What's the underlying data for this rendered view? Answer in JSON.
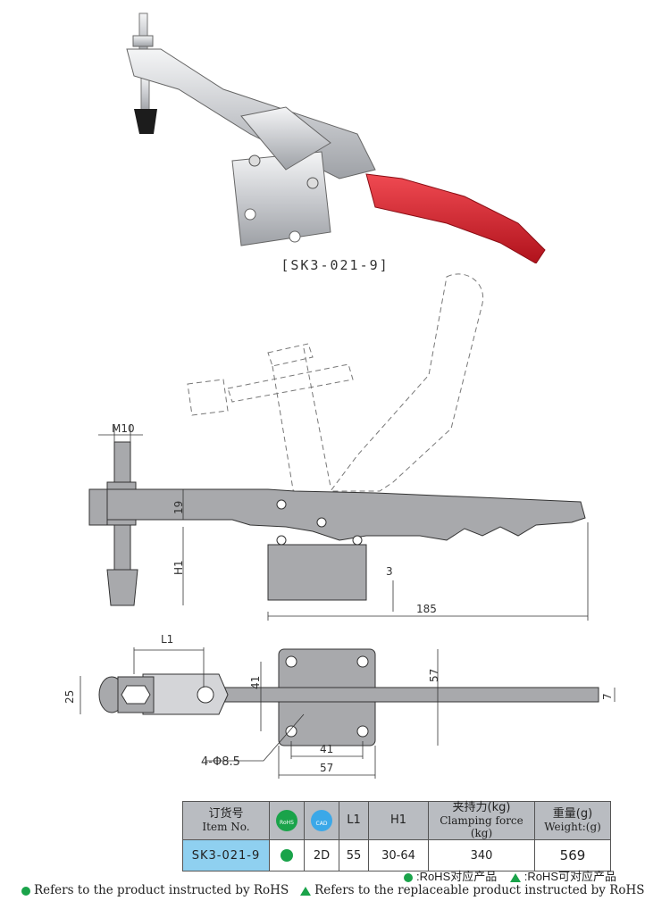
{
  "product": {
    "caption": "[SK3-021-9]"
  },
  "drawing": {
    "side_view": {
      "thread_label": "M10",
      "dim_19": "19",
      "dim_h1": "H1",
      "dim_3": "3",
      "dim_185": "185"
    },
    "top_view": {
      "dim_l1": "L1",
      "dim_25": "25",
      "dim_41_vertical": "41",
      "dim_57_vertical": "57",
      "dim_7": "7",
      "hole_label": "4-Φ8.5",
      "dim_41_horizontal": "41",
      "dim_57_horizontal": "57"
    }
  },
  "spec_table": {
    "headers": {
      "item_cn": "订货号",
      "item_en": "Item No.",
      "rohs_badge": "RoHS",
      "cad_badge": "CAD",
      "l1": "L1",
      "h1": "H1",
      "force_cn": "夹持力(kg)",
      "force_en": "Clamping force (kg)",
      "weight_cn": "重量(g)",
      "weight_en": "Weight:(g)"
    },
    "row": {
      "item_no": "SK3-021-9",
      "cad": "2D",
      "l1": "55",
      "h1": "30-64",
      "force": "340",
      "weight": "569"
    }
  },
  "legend": {
    "rohs_cn": ":RoHS对应产品",
    "replaceable_cn": ":RoHS可对应产品",
    "rohs_en": "Refers to the product instructed by RoHS",
    "replaceable_en": "Refers to the replaceable product instructed by RoHS"
  },
  "colors": {
    "accent_green": "#1aa34a",
    "item_highlight": "#8fd0f0",
    "header_gray": "#b9bcc1",
    "handle_red": "#d8202a",
    "steel_gray": "#b5b7bb"
  }
}
